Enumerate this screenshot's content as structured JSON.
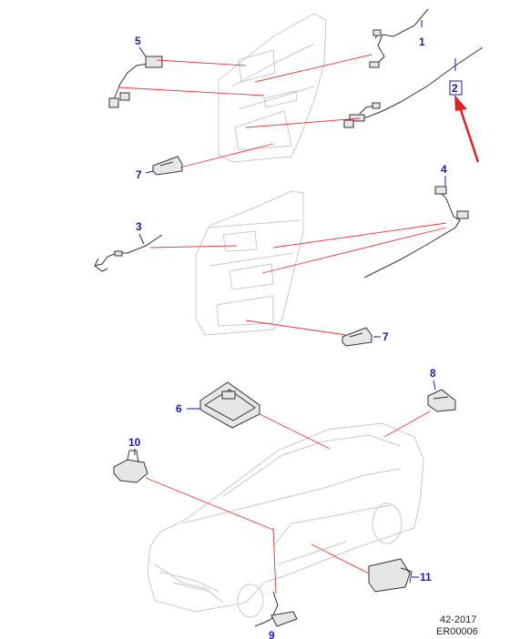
{
  "callouts": {
    "c1": "1",
    "c2": "2",
    "c3": "3",
    "c4": "4",
    "c5": "5",
    "c6": "6",
    "c7a": "7",
    "c7b": "7",
    "c8": "8",
    "c9": "9",
    "c10": "10",
    "c11": "11"
  },
  "footer": {
    "year": "42-2017",
    "ref": "ER00006"
  },
  "colors": {
    "callout": "#1a1aa8",
    "leader": "#ee3333",
    "highlight_arrow": "#dd2222",
    "ghost": "#c8c8c8"
  }
}
